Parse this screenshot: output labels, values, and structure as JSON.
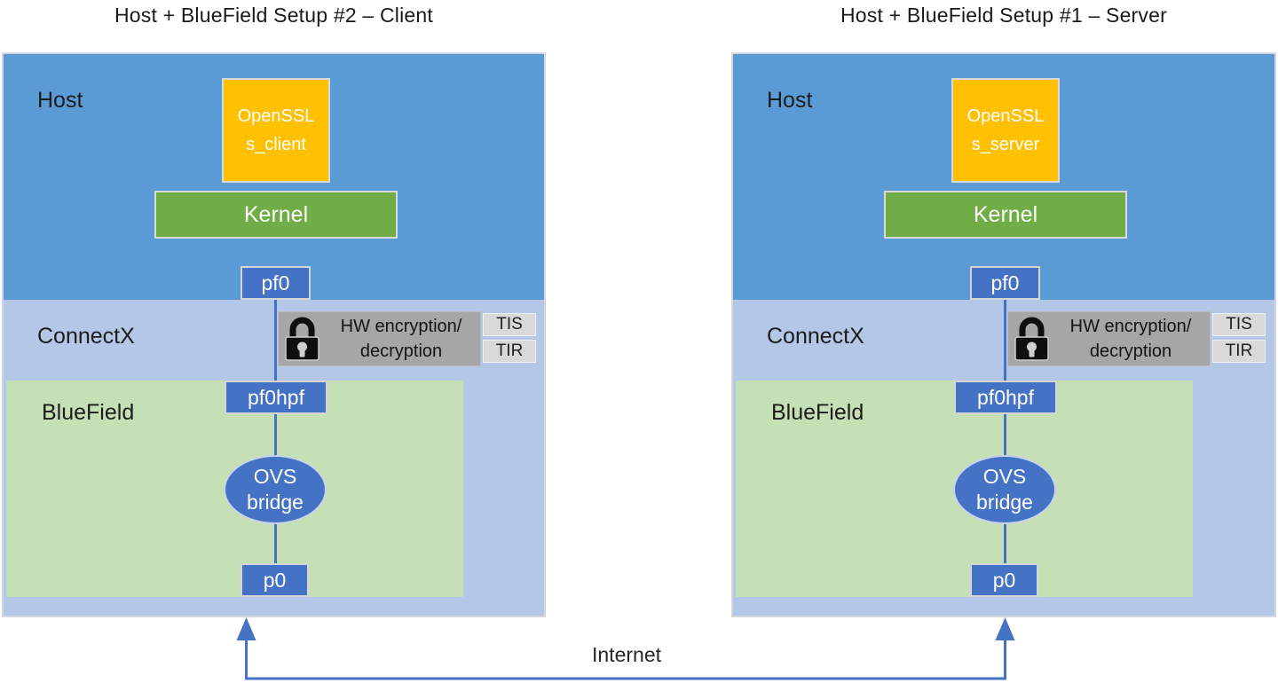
{
  "diagram": {
    "setups": [
      {
        "title": "Host + BlueField Setup #2 – Client",
        "host_label": "Host",
        "connectx_label": "ConnectX",
        "bluefield_label": "BlueField",
        "openssl_line1": "OpenSSL",
        "openssl_line2": "s_client",
        "kernel_label": "Kernel",
        "pf0_label": "pf0",
        "hw_line1": "HW encryption/",
        "hw_line2": "decryption",
        "tis_label": "TIS",
        "tir_label": "TIR",
        "pf0hpf_label": "pf0hpf",
        "ovs_line1": "OVS",
        "ovs_line2": "bridge",
        "p0_label": "p0"
      },
      {
        "title": "Host + BlueField Setup #1 – Server",
        "host_label": "Host",
        "connectx_label": "ConnectX",
        "bluefield_label": "BlueField",
        "openssl_line1": "OpenSSL",
        "openssl_line2": "s_server",
        "kernel_label": "Kernel",
        "pf0_label": "pf0",
        "hw_line1": "HW encryption/",
        "hw_line2": "decryption",
        "tis_label": "TIS",
        "tir_label": "TIR",
        "pf0hpf_label": "pf0hpf",
        "ovs_line1": "OVS",
        "ovs_line2": "bridge",
        "p0_label": "p0"
      }
    ],
    "internet_label": "Internet",
    "icons": {
      "lock": "lock-icon",
      "arrows": "up-arrow-icon"
    },
    "colors": {
      "host_blue": "#5B9BD5",
      "node_blue": "#4472C4",
      "connectx_periwinkle": "#B4C7E7",
      "bluefield_green": "#C5E0B4",
      "kernel_green": "#70AD47",
      "openssl_yellow": "#FFC000",
      "hw_gray": "#A6A6A6",
      "tag_gray": "#D9D9D9",
      "connector_blue": "#4472C4"
    }
  }
}
